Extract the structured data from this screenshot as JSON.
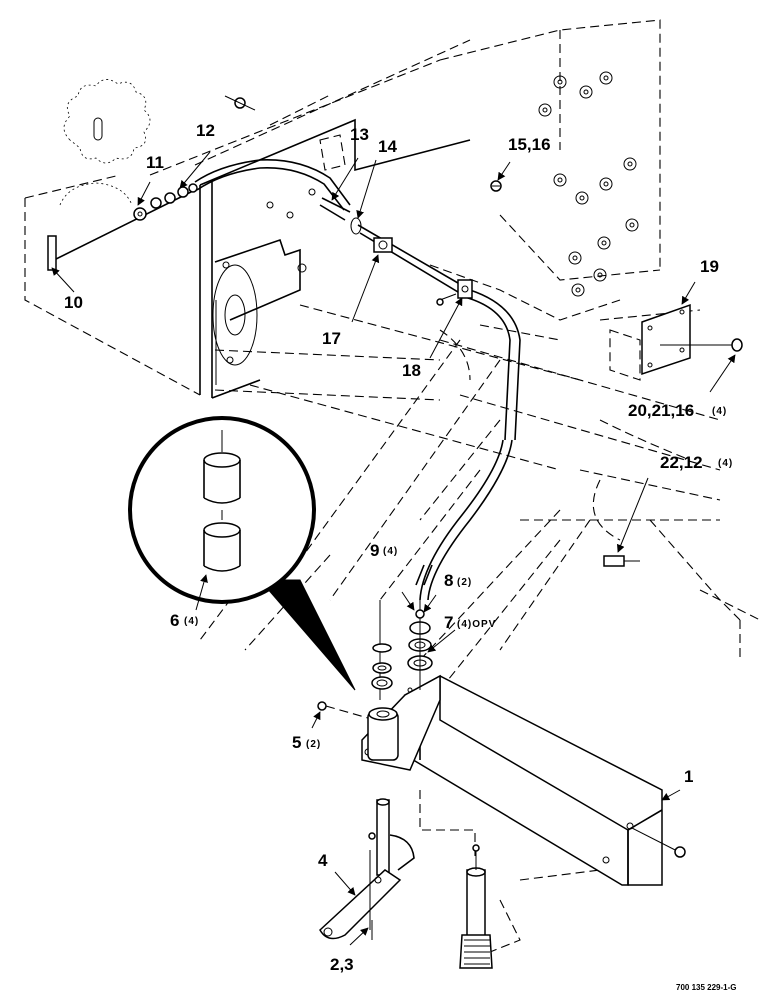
{
  "callouts": [
    {
      "id": "c1",
      "label": "1",
      "qty": ""
    },
    {
      "id": "c23",
      "label": "2,3",
      "qty": ""
    },
    {
      "id": "c4",
      "label": "4",
      "qty": ""
    },
    {
      "id": "c5",
      "label": "5",
      "qty": "(2)"
    },
    {
      "id": "c6",
      "label": "6",
      "qty": "(4)"
    },
    {
      "id": "c7",
      "label": "7",
      "qty": "(4)OPV"
    },
    {
      "id": "c8",
      "label": "8",
      "qty": "(2)"
    },
    {
      "id": "c9",
      "label": "9",
      "qty": "(4)"
    },
    {
      "id": "c10",
      "label": "10",
      "qty": ""
    },
    {
      "id": "c11",
      "label": "11",
      "qty": ""
    },
    {
      "id": "c12",
      "label": "12",
      "qty": ""
    },
    {
      "id": "c13",
      "label": "13",
      "qty": ""
    },
    {
      "id": "c14",
      "label": "14",
      "qty": ""
    },
    {
      "id": "c1516",
      "label": "15,16",
      "qty": ""
    },
    {
      "id": "c17",
      "label": "17",
      "qty": ""
    },
    {
      "id": "c18",
      "label": "18",
      "qty": ""
    },
    {
      "id": "c19",
      "label": "19",
      "qty": ""
    },
    {
      "id": "c202116",
      "label": "20,21,16",
      "qty": "(4)"
    },
    {
      "id": "c2212",
      "label": "22,12",
      "qty": "(4)"
    }
  ],
  "figure_reference": "700 135 229-1-G"
}
